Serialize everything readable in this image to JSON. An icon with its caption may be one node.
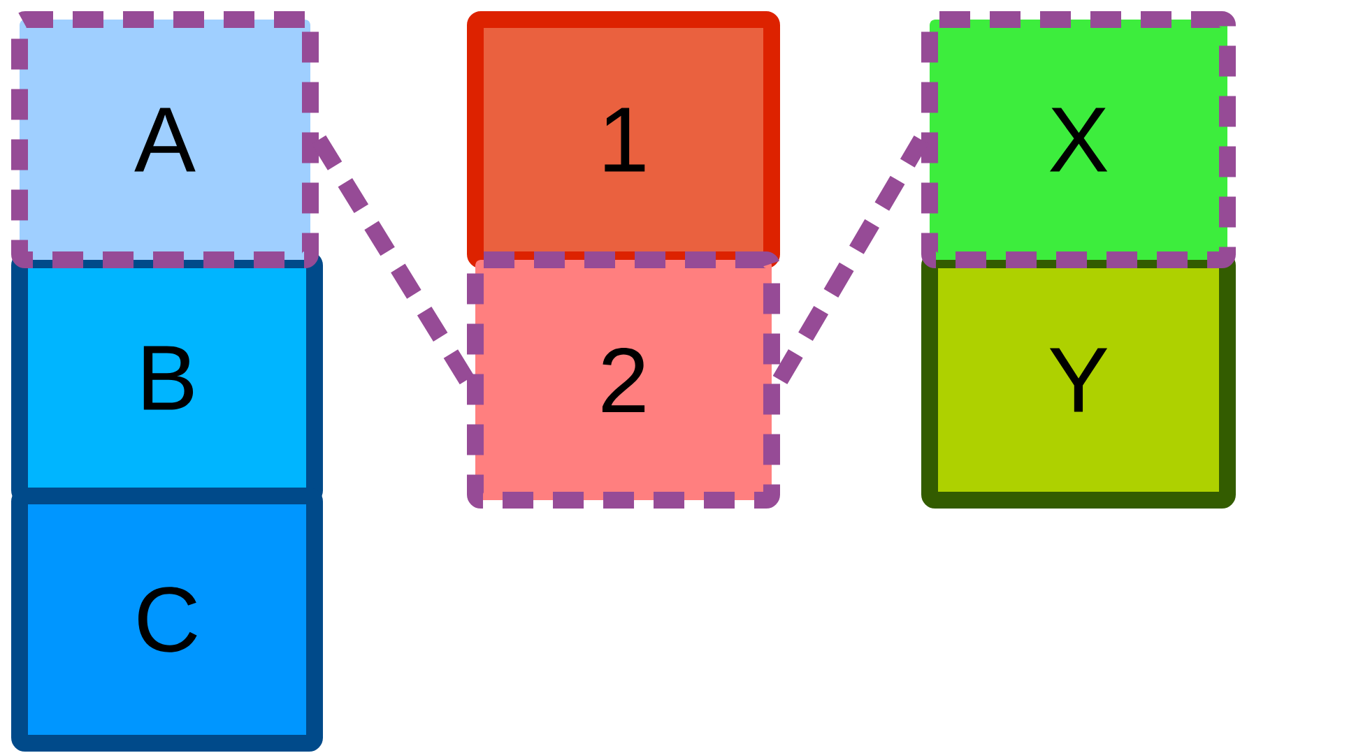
{
  "diagram": {
    "nodes": [
      {
        "text": [
          "A"
        ]
      },
      {
        "text": [
          "B"
        ]
      },
      {
        "text": [
          "C"
        ]
      },
      {
        "text": [
          "1"
        ]
      },
      {
        "text": [
          "2"
        ]
      },
      {
        "text": [
          "X"
        ]
      },
      {
        "text": [
          "Y"
        ]
      }
    ],
    "edges": [
      {
        "from": 0,
        "to": 4,
        "arrow": "none",
        "style": "dashed"
      },
      {
        "from": 4,
        "to": 5,
        "arrow": "none",
        "style": "dashed"
      }
    ]
  }
}
